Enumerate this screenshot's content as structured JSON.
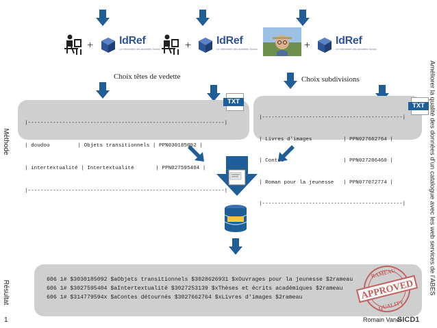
{
  "side_labels": {
    "methode": "Méthode",
    "resultat": "Résultat",
    "right_title": "Améliorer la qualité des données d’un catalogue avec les web services de l’ABES"
  },
  "idref": {
    "word": "IdRef",
    "tagline": "Le référentiel des autorités Sudoc"
  },
  "plus_sign": "+",
  "labels": {
    "heading_choice": "Choix têtes de vedette",
    "subdivision_choice": "Choix subdivisions"
  },
  "txt_icon_label": "TXT",
  "headings_table": {
    "separator": "|---------------------------------------------------------------|",
    "rows": [
      "| doudou         | Objets transitionnels | PPN030185092 |",
      "| intertextualité | Intertextualité       | PPN027595404 |"
    ]
  },
  "subdivisions_table": {
    "separator": "|---------------------------------------------|",
    "rows": [
      "| Livres d'images          | PPN027662764 |",
      "| Contes                   | PPN027286460 |",
      "| Roman pour la jeunesse   | PPN077072774 |"
    ]
  },
  "results": {
    "lines": [
      "606 1# $3030185092 $aObjets transitionnels $3028626931 $xOuvrages pour la jeunesse $2rameau",
      "606 1# $3027595404 $aIntertextualité $3027253139 $xThèses et écrits académiques $2rameau",
      "606 1# $314779594x $aContes détournés $3027662764 $xLivres d'images $2rameau"
    ]
  },
  "stamp": {
    "top": "RAMEAU",
    "middle": "APPROVED",
    "bottom": "QUALITY"
  },
  "footer": {
    "page_number": "1",
    "author": "Romain Vanel",
    "logo": "SICD1"
  },
  "colors": {
    "arrow_blue": "#1f5e96",
    "idref_blue": "#2f5597",
    "panel_grey": "#cfcfcf",
    "stamp_red": "#c0504d"
  }
}
